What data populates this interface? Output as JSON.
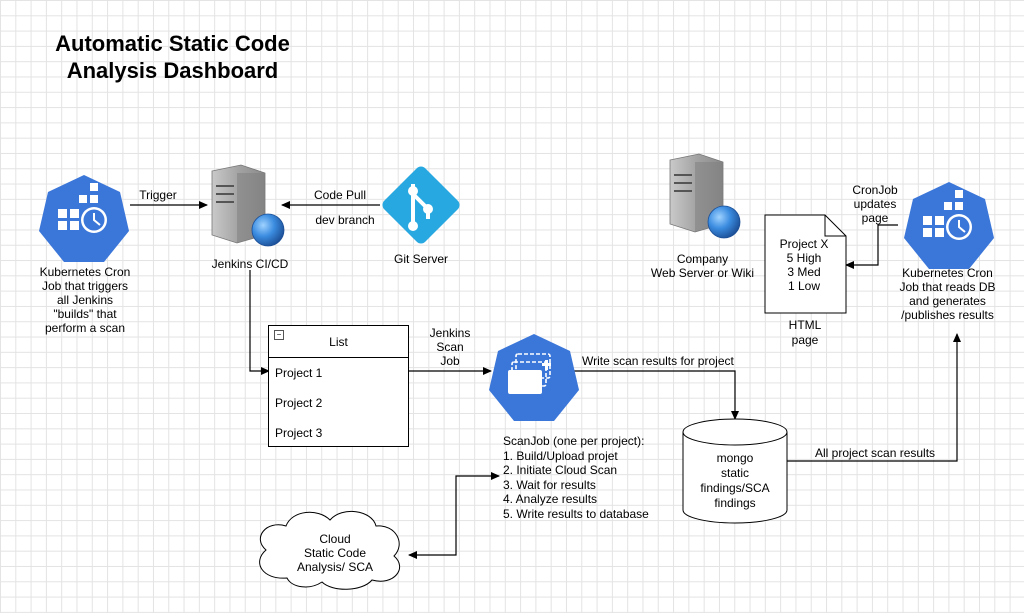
{
  "title": "Automatic Static Code Analysis Dashboard",
  "nodes": {
    "k8s_trigger": {
      "icon": "kubernetes-cronjob-icon",
      "label_lines": [
        "Kubernetes Cron",
        "Job that triggers",
        "all Jenkins",
        "\"builds\" that",
        "perform a scan"
      ]
    },
    "jenkins": {
      "icon": "server-icon",
      "label": "Jenkins CI/CD"
    },
    "git_server": {
      "icon": "git-icon",
      "label": "Git Server"
    },
    "web_server": {
      "icon": "server-icon",
      "label_lines": [
        "Company",
        "Web Server or Wiki"
      ]
    },
    "html_page": {
      "icon": "document-icon",
      "content_lines": [
        "Project X",
        "5 High",
        "3 Med",
        "1 Low"
      ],
      "label_lines": [
        "HTML",
        "page"
      ]
    },
    "k8s_reader": {
      "icon": "kubernetes-cronjob-icon",
      "label_lines": [
        "Kubernetes Cron",
        "Job that reads DB",
        "and generates",
        "/publishes results"
      ]
    },
    "list": {
      "title": "List",
      "items": [
        "Project 1",
        "Project 2",
        "Project 3"
      ]
    },
    "scan_job": {
      "icon": "kubernetes-job-icon",
      "label_lines": [
        "Jenkins",
        "Scan",
        "Job"
      ]
    },
    "mongo": {
      "icon": "database-icon",
      "label_lines": [
        "mongo",
        "static",
        "findings/SCA",
        "findings"
      ]
    },
    "cloud": {
      "icon": "cloud-icon",
      "label_lines": [
        "Cloud",
        "Static Code",
        "Analysis/ SCA"
      ]
    }
  },
  "edges": {
    "trigger": "Trigger",
    "code_pull": "Code Pull",
    "dev_branch": "dev branch",
    "cron_updates": [
      "CronJob",
      "updates",
      "page"
    ],
    "write_results": "Write scan results for project",
    "all_results": "All project scan results"
  },
  "scanjob_notes": {
    "heading": "ScanJob (one per project):",
    "steps": [
      "1. Build/Upload projet",
      "2. Initiate Cloud Scan",
      "3. Wait for results",
      "4. Analyze results",
      "5. Write results to database"
    ]
  },
  "colors": {
    "k8s_blue": "#3B76D9",
    "git_blue": "#27A8E0",
    "server_grey": "#9a9a9a",
    "globe_blue": "#2E74C7"
  }
}
